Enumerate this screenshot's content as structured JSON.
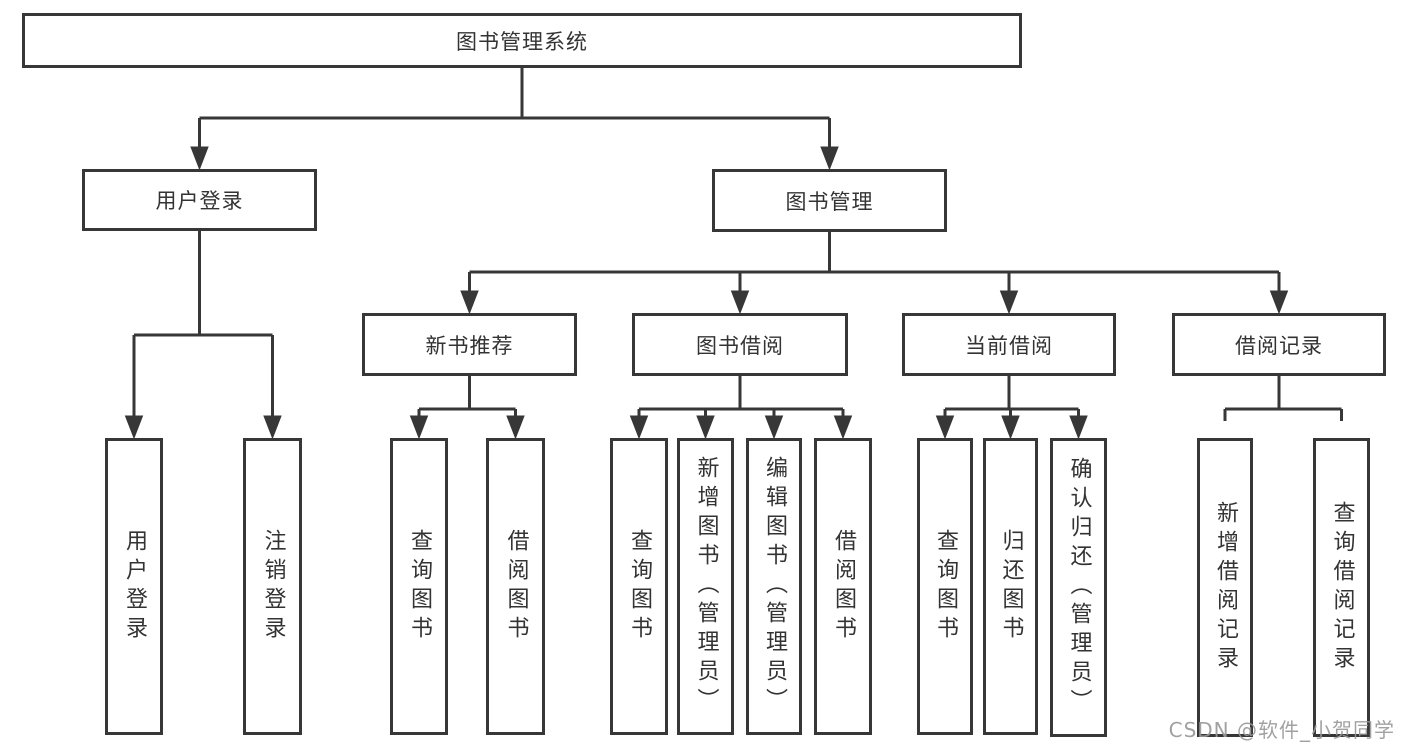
{
  "tree": {
    "root": "图书管理系统",
    "user_login": {
      "label": "用户登录",
      "children": [
        "用户登录",
        "注销登录"
      ]
    },
    "book_management": {
      "label": "图书管理"
    },
    "new_book_recommend": {
      "label": "新书推荐",
      "children": [
        "查询图书",
        "借阅图书"
      ]
    },
    "book_borrowing": {
      "label": "图书借阅",
      "children": [
        "查询图书",
        "新增图书（管理员）",
        "编辑图书（管理员）",
        "借阅图书"
      ]
    },
    "current_borrowing": {
      "label": "当前借阅",
      "children": [
        "查询图书",
        "归还图书",
        "确认归还（管理员）"
      ]
    },
    "borrowing_records": {
      "label": "借阅记录",
      "children": [
        "新增借阅记录",
        "查询借阅记录"
      ]
    }
  },
  "watermark": "CSDN @软件_小贺同学",
  "colors": {
    "line": "#373737",
    "box_border": "#373737",
    "box_fill": "#ffffff",
    "text": "#333333",
    "watermark": "#999999",
    "background": "#ffffff"
  }
}
